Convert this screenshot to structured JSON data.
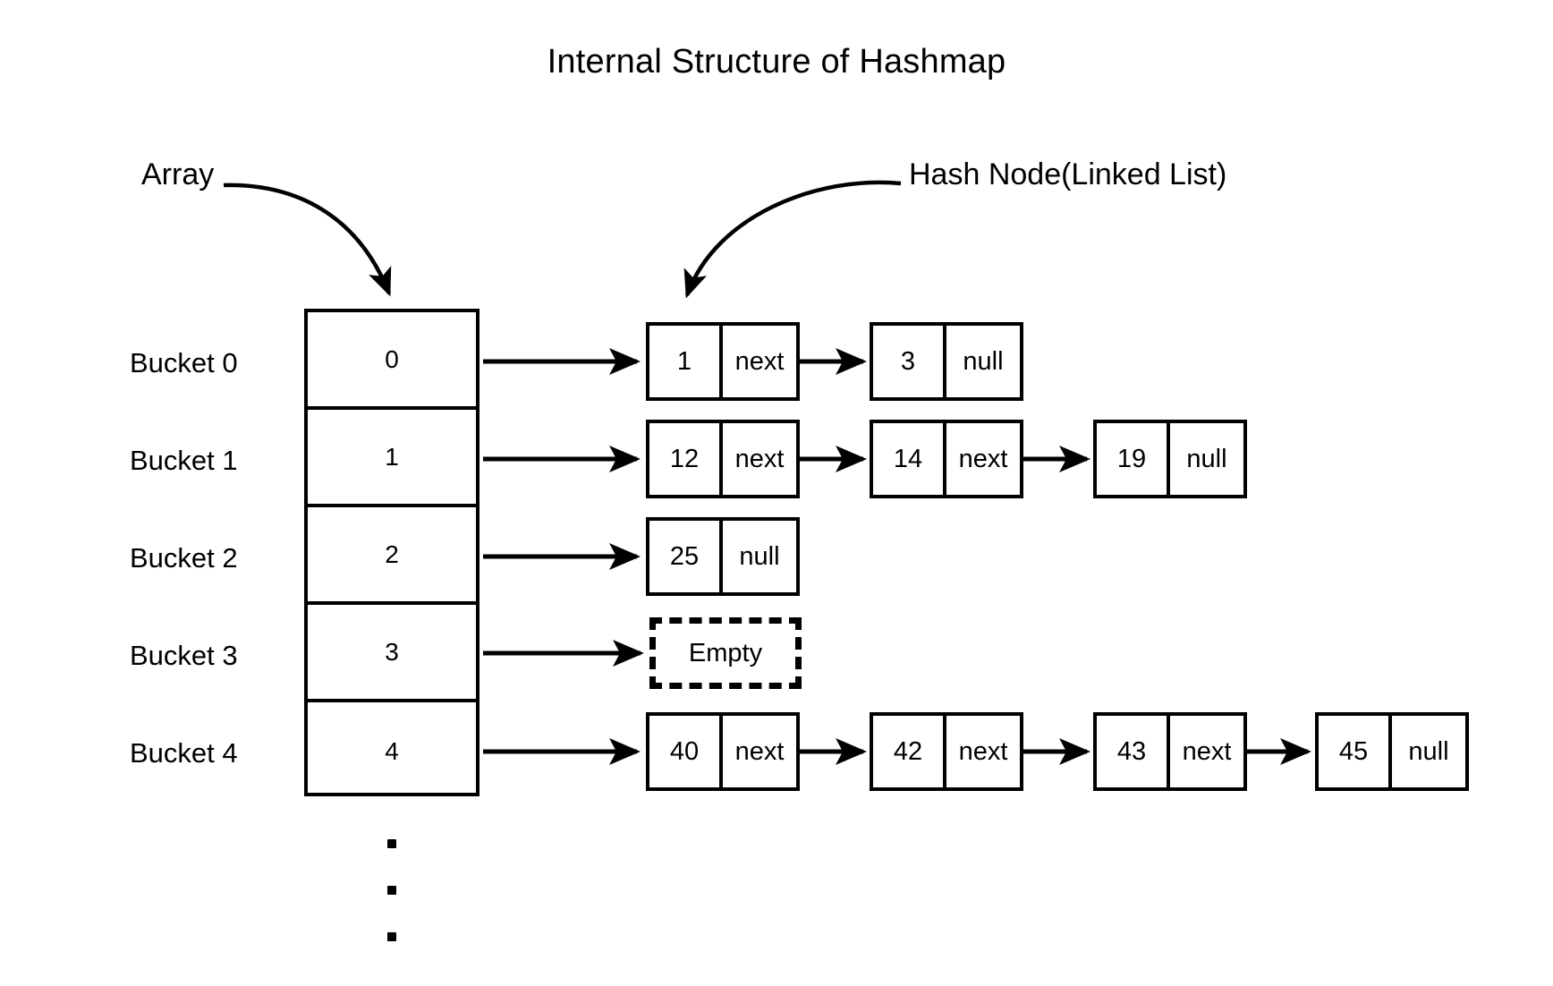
{
  "title": "Internal Structure of Hashmap",
  "callouts": {
    "array": "Array",
    "hash_node": "Hash Node(Linked List)"
  },
  "array": {
    "buckets": [
      {
        "label": "Bucket 0",
        "index": "0"
      },
      {
        "label": "Bucket 1",
        "index": "1"
      },
      {
        "label": "Bucket 2",
        "index": "2"
      },
      {
        "label": "Bucket 3",
        "index": "3"
      },
      {
        "label": "Bucket 4",
        "index": "4"
      }
    ],
    "continuation": "."
  },
  "chains": [
    {
      "bucket": "0",
      "nodes": [
        {
          "value": "1",
          "pointer": "next"
        },
        {
          "value": "3",
          "pointer": "null"
        }
      ]
    },
    {
      "bucket": "1",
      "nodes": [
        {
          "value": "12",
          "pointer": "next"
        },
        {
          "value": "14",
          "pointer": "next"
        },
        {
          "value": "19",
          "pointer": "null"
        }
      ]
    },
    {
      "bucket": "2",
      "nodes": [
        {
          "value": "25",
          "pointer": "null"
        }
      ]
    },
    {
      "bucket": "3",
      "empty_label": "Empty",
      "nodes": []
    },
    {
      "bucket": "4",
      "nodes": [
        {
          "value": "40",
          "pointer": "next"
        },
        {
          "value": "42",
          "pointer": "next"
        },
        {
          "value": "43",
          "pointer": "next"
        },
        {
          "value": "45",
          "pointer": "null"
        }
      ]
    }
  ],
  "colors": {
    "stroke": "#000000",
    "background": "#ffffff"
  }
}
